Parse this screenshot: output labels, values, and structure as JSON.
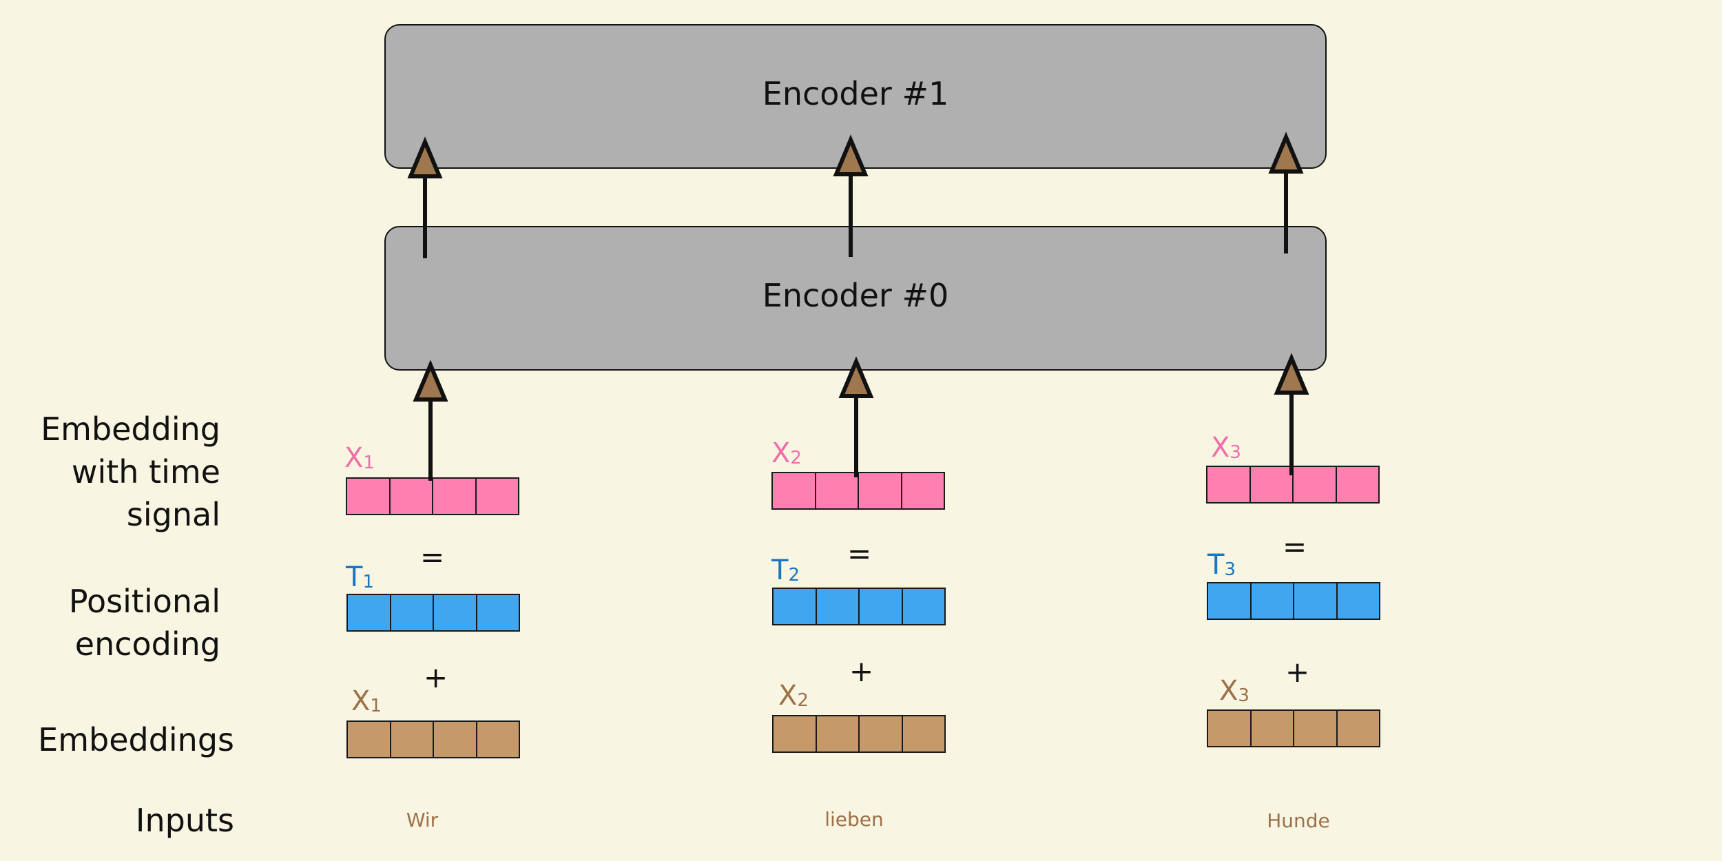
{
  "encoders": [
    {
      "label": "Encoder #1"
    },
    {
      "label": "Encoder #0"
    }
  ],
  "row_labels": {
    "embedding_with_time_signal": [
      "Embedding",
      "with time",
      "signal"
    ],
    "positional_encoding": [
      "Positional",
      "encoding"
    ],
    "embeddings": "Embeddings",
    "inputs": "Inputs"
  },
  "columns": [
    {
      "x_symbol": "X",
      "x_index": "1",
      "t_symbol": "T",
      "t_index": "1",
      "equals": "=",
      "plus": "+",
      "word": "Wir"
    },
    {
      "x_symbol": "X",
      "x_index": "2",
      "t_symbol": "T",
      "t_index": "2",
      "equals": "=",
      "plus": "+",
      "word": "lieben"
    },
    {
      "x_symbol": "X",
      "x_index": "3",
      "t_symbol": "T",
      "t_index": "3",
      "equals": "=",
      "plus": "+",
      "word": "Hunde"
    }
  ],
  "colors": {
    "background": "#f8f6e2",
    "encoder_fill": "#b0b0b0",
    "embedding_time_signal": "#ff7fb1",
    "positional_encoding": "#40a6f0",
    "embedding": "#c5996a",
    "arrow_head": "#a07850"
  }
}
